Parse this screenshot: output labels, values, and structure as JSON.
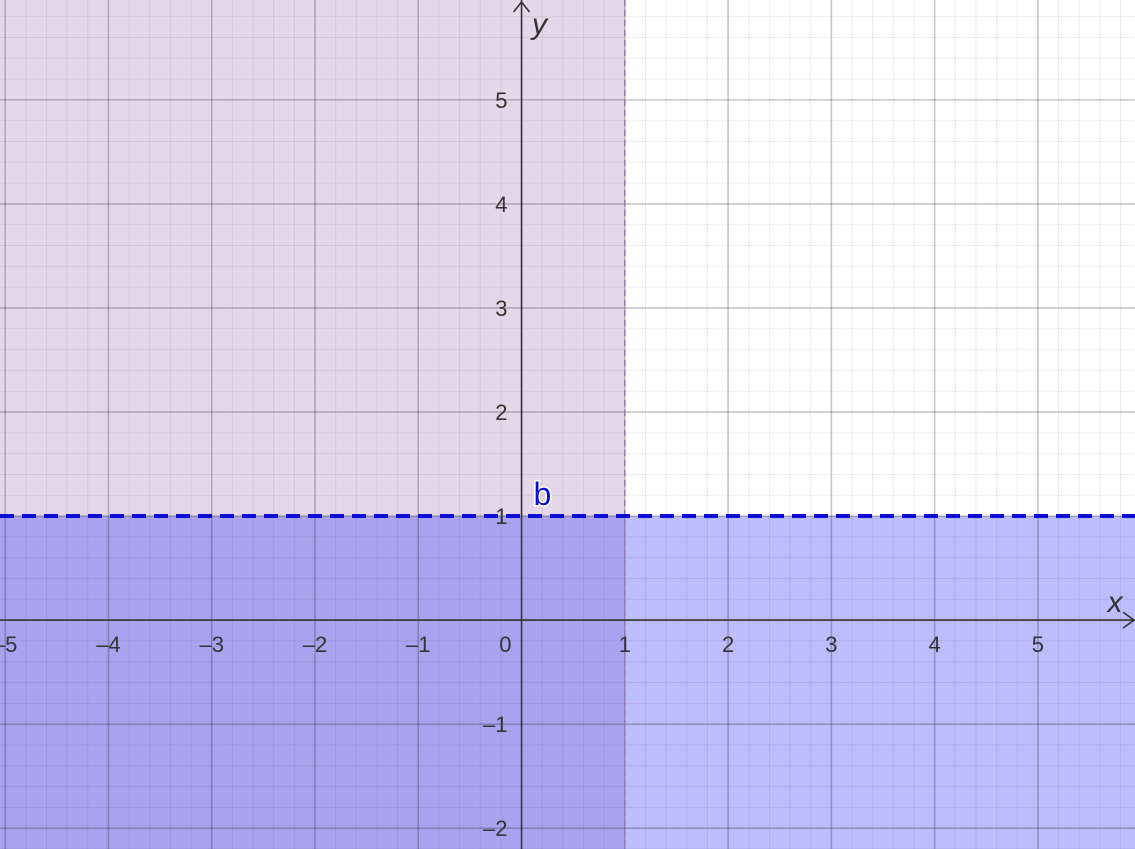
{
  "chart_data": {
    "type": "line",
    "xlabel": "x",
    "ylabel": "y",
    "xlim": [
      -5.05,
      5.94
    ],
    "ylim": [
      -2.2,
      5.96
    ],
    "grid": true,
    "x_ticks": [
      {
        "value": -5,
        "label": "–5"
      },
      {
        "value": -4,
        "label": "–4"
      },
      {
        "value": -3,
        "label": "–3"
      },
      {
        "value": -2,
        "label": "–2"
      },
      {
        "value": -1,
        "label": "–1"
      },
      {
        "value": 0,
        "label": "0"
      },
      {
        "value": 1,
        "label": "1"
      },
      {
        "value": 2,
        "label": "2"
      },
      {
        "value": 3,
        "label": "3"
      },
      {
        "value": 4,
        "label": "4"
      },
      {
        "value": 5,
        "label": "5"
      }
    ],
    "y_ticks": [
      {
        "value": -2,
        "label": "–2"
      },
      {
        "value": -1,
        "label": "–1"
      },
      {
        "value": 1,
        "label": "1"
      },
      {
        "value": 2,
        "label": "2"
      },
      {
        "value": 3,
        "label": "3"
      },
      {
        "value": 4,
        "label": "4"
      },
      {
        "value": 5,
        "label": "5"
      }
    ],
    "regions": [
      {
        "inequality": "x < 1",
        "boundary": "x = 1",
        "boundary_style": "dashed",
        "fill_color": "#e4d7e9",
        "edge_color": "#9a78b4"
      },
      {
        "inequality": "y < 1",
        "boundary": "y = 1",
        "boundary_style": "dashed",
        "fill_color": "#bdbcfc",
        "edge_color": "#0c0cd4"
      }
    ],
    "overlap_color": "#aba2ef",
    "labeled_lines": [
      {
        "label": "b",
        "equation": "y = 1",
        "color": "#0c0cd4"
      }
    ]
  }
}
